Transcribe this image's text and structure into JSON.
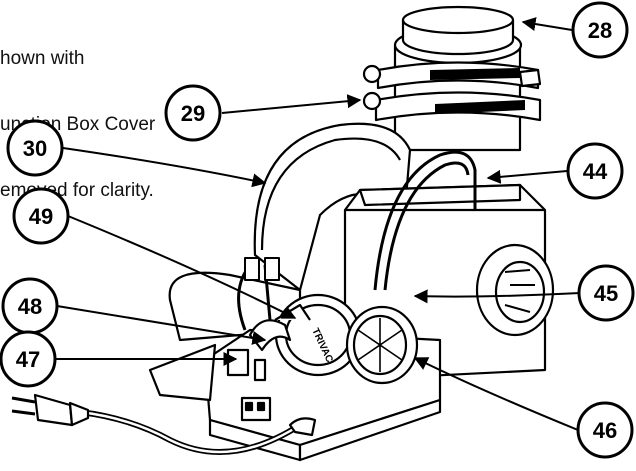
{
  "note": {
    "lines": [
      "hown with",
      "unction Box Cover",
      "emoved for clarity."
    ]
  },
  "callouts": [
    {
      "id": "28",
      "label": "28"
    },
    {
      "id": "29",
      "label": "29"
    },
    {
      "id": "30",
      "label": "30"
    },
    {
      "id": "44",
      "label": "44"
    },
    {
      "id": "49",
      "label": "49"
    },
    {
      "id": "45",
      "label": "45"
    },
    {
      "id": "48",
      "label": "48"
    },
    {
      "id": "47",
      "label": "47"
    },
    {
      "id": "46",
      "label": "46"
    }
  ],
  "switch_text": "TRIVAC"
}
